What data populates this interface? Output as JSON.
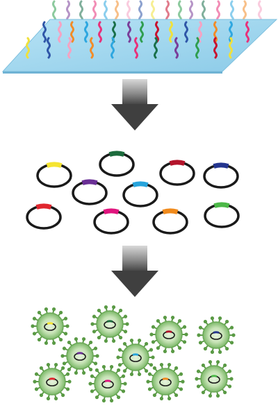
{
  "diagram": {
    "kind": "pipeline",
    "stages": [
      {
        "name": "oligo-array",
        "slide_color": "#9fd6ee",
        "oligo_colors": [
          "#e8317a",
          "#2f9e4f",
          "#2f56a8",
          "#2ea7e0",
          "#7a3e99",
          "#f0e13c",
          "#f28c28",
          "#19704a",
          "#c8102e",
          "#f5a3c3"
        ]
      },
      {
        "name": "plasmid-library",
        "ring_color": "#1a1a1a",
        "insert_colors": [
          "#f5e431",
          "#1c6b3c",
          "#b3142b",
          "#24358f",
          "#6a2f95",
          "#27a4dc",
          "#e0157e",
          "#f08a1c",
          "#4cb848",
          "#e0262e"
        ]
      },
      {
        "name": "virus-library",
        "capsid_outer_color": "#7bb868",
        "capsid_inner_color": "#e6f2de",
        "spike_color": "#5a9a45"
      }
    ],
    "arrow_color": "#4a4a4a"
  }
}
